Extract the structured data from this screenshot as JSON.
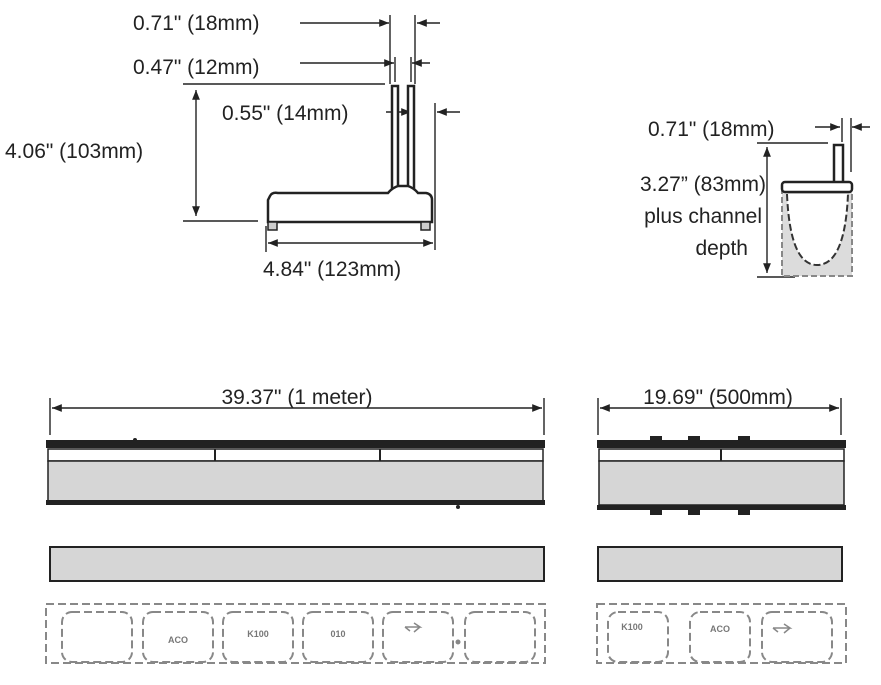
{
  "cross_section": {
    "frame_width_top": "0.71\" (18mm)",
    "slot_width": "0.47\" (12mm)",
    "bar_width": "0.55\" (14mm)",
    "height": "4.06\" (103mm)",
    "base_width": "4.84\" (123mm)"
  },
  "channel_section": {
    "frame_width": "0.71\" (18mm)",
    "height_line1": "3.27” (83mm)",
    "height_line2": "plus channel",
    "height_line3": "depth"
  },
  "elevation_long": {
    "length": "39.37\" (1 meter)",
    "module_marks": [
      "ACO",
      "K100",
      "010"
    ]
  },
  "elevation_short": {
    "length": "19.69\" (500mm)",
    "module_marks": [
      "K100",
      "ACO"
    ]
  },
  "colors": {
    "line": "#222222",
    "fill_gray": "#d6d6d6",
    "dashed": "#888888"
  }
}
